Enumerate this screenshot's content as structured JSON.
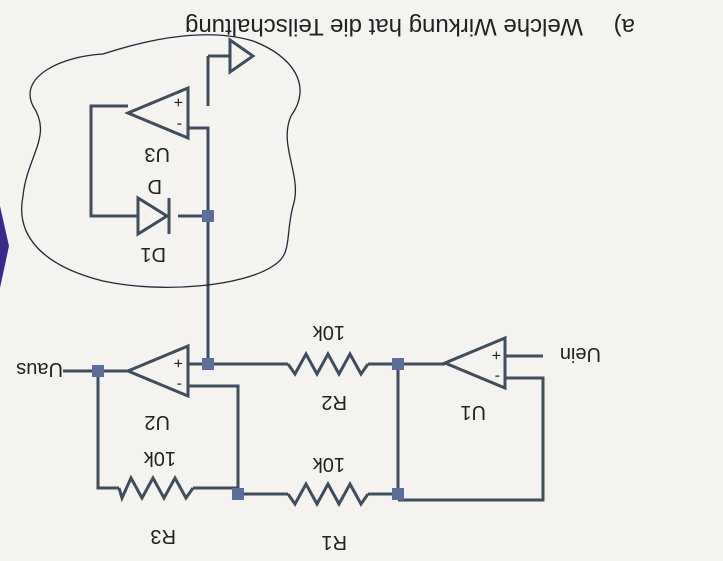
{
  "question": {
    "letter": "a)",
    "text": "Welche Wirkung hat die Teilschaltung"
  },
  "labels": {
    "u1": "U1",
    "u2": "U2",
    "u3": "U3",
    "d1": "D1",
    "d": "D",
    "r1": "R1",
    "r2": "R2",
    "r3": "R3",
    "r1_value": "10k",
    "r2_value": "10k",
    "r3_value": "10k",
    "uein": "Uein",
    "uaus": "Uaus",
    "plus": "+",
    "minus": "-"
  },
  "colors": {
    "wire": "#3f4d5c",
    "node": "#5b6f9a",
    "ink_circle": "#202838",
    "ink_mark": "#3a2c86",
    "paper": "#f4f3ef"
  }
}
